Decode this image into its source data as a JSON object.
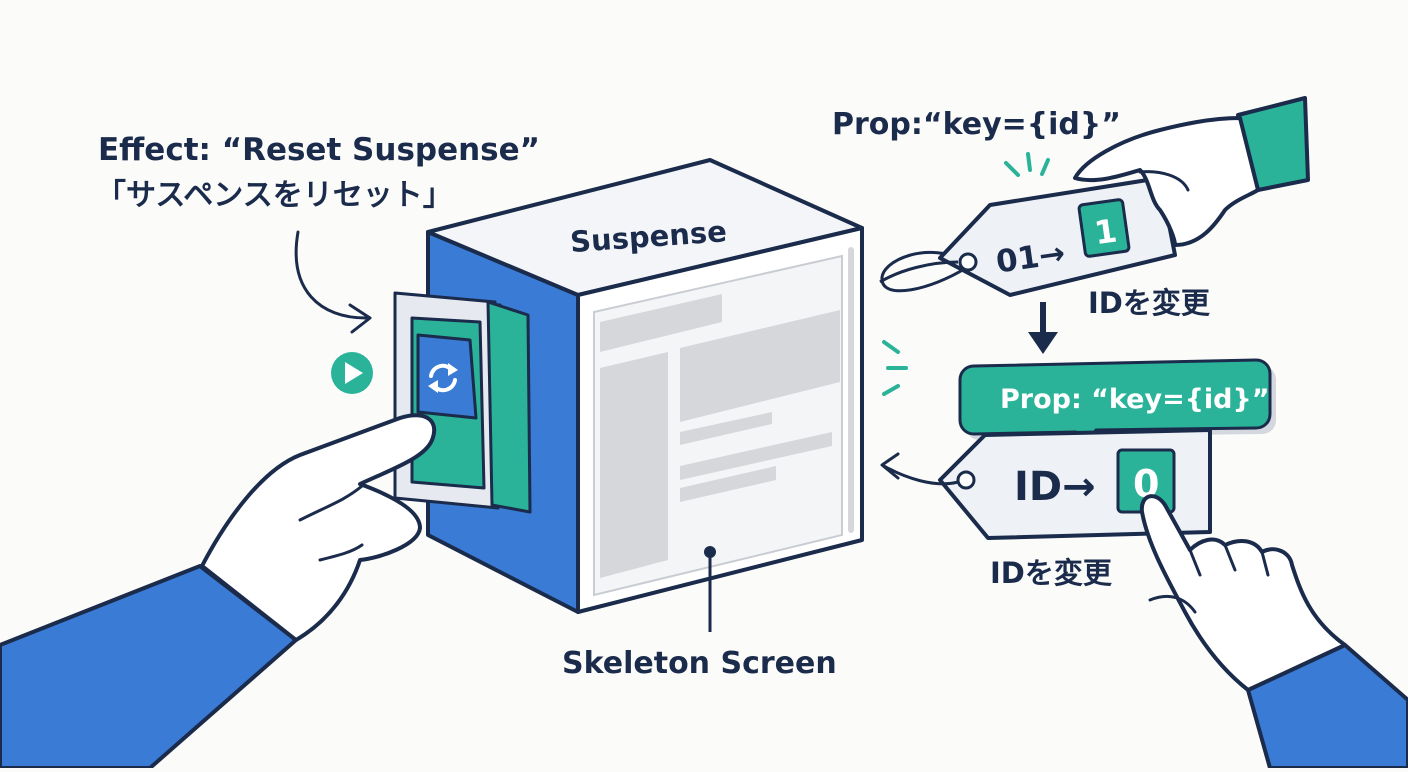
{
  "labels": {
    "effect_title": "Effect: “Reset Suspense”",
    "effect_jp": "「サスペンスをリセット」",
    "suspense": "Suspense",
    "skeleton": "Skeleton Screen",
    "prop_top": "Prop:“key={id}”",
    "prop_bubble": "Prop: “key={id}”",
    "tag_top_text": "01→",
    "tag_top_digit": "1",
    "tag_bottom_text": "ID→",
    "tag_bottom_digit": "0",
    "change_id_top": "IDを変更",
    "change_id_bottom": "IDを変更"
  },
  "icons": {
    "play": "play-icon",
    "refresh": "refresh-icon",
    "down_arrow": "down-arrow-icon"
  },
  "colors": {
    "navy": "#1b2b4b",
    "blue": "#3a7bd5",
    "teal": "#2bb39a",
    "gray": "#d8dade",
    "light": "#eef1f6"
  }
}
